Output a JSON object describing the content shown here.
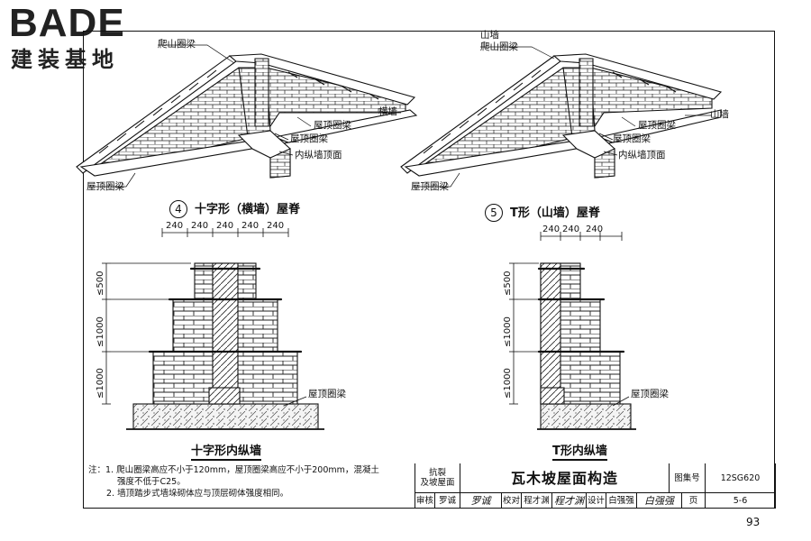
{
  "logo": {
    "main": "BADE",
    "sub": "建装基地"
  },
  "drawing4": {
    "caption_num": "4",
    "caption": "十字形（横墙）屋脊",
    "labels": {
      "top": "爬山圈梁",
      "heng": "横墙",
      "wuding1": "屋顶圈梁",
      "wuding2": "屋顶圈梁",
      "neizong": "内纵墙顶面",
      "wuding_bottom": "屋顶圈梁"
    }
  },
  "drawing5": {
    "caption_num": "5",
    "caption": "T形（山墙）屋脊",
    "labels": {
      "shan_top": "山墙",
      "pashan": "爬山圈梁",
      "shan_right": "山墙",
      "wuding1": "屋顶圈梁",
      "wuding2": "屋顶圈梁",
      "neizong": "内纵墙顶面",
      "wuding_bottom": "屋顶圈梁"
    }
  },
  "elevation_cross": {
    "title": "十字形内纵墙",
    "dims_h": [
      "240",
      "240",
      "240",
      "240",
      "240"
    ],
    "dims_v": [
      "≤500",
      "≤1000",
      "≤1000"
    ],
    "label": "屋顶圈梁"
  },
  "elevation_t": {
    "title": "T形内纵墙",
    "dims_h": [
      "240",
      "240",
      "240"
    ],
    "dims_v": [
      "≤500",
      "≤1000",
      "≤1000"
    ],
    "label": "屋顶圈梁"
  },
  "notes": {
    "prefix": "注：",
    "line1": "1. 爬山圈梁高应不小于120mm，屋顶圈梁高应不小于200mm，混凝土",
    "line1b": "强度不低于C25。",
    "line2": "2. 墙顶踏步式墙垛砌体应与顶层砌体强度相同。"
  },
  "title_block": {
    "category": "抗裂\n及坡屋面",
    "title": "瓦木坡屋面构造",
    "atlas_label": "图集号",
    "atlas_no": "12SG620",
    "review_label": "审核",
    "review_name": "罗诚",
    "review_sig": "罗诚",
    "check_label": "校对",
    "check_name": "程才渊",
    "check_sig": "程才渊",
    "design_label": "设计",
    "design_name": "白强强",
    "design_sig": "白强强",
    "page_label": "页",
    "page_no": "5-6"
  },
  "page_number": "93"
}
